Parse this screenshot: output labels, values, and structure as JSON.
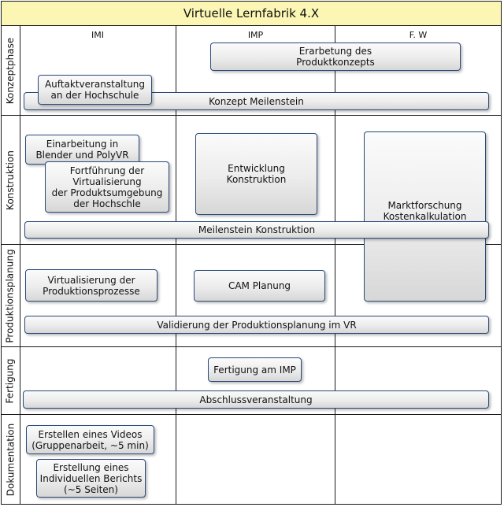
{
  "title": "Virtuelle Lernfabrik 4.X",
  "columns": [
    "IMI",
    "IMP",
    "F. W"
  ],
  "rows": [
    "Konzeptphase",
    "Konstruktion",
    "Produktionsplanung",
    "Fertigung",
    "Dokumentation"
  ],
  "boxes": {
    "erarbeitung": "Erarbetung des\nProduktkonzepts",
    "auftakt": "Auftaktveranstaltung\nan der Hochschule",
    "konzept_meilenstein": "Konzept Meilenstein",
    "einarbeitung": "Einarbeitung in\nBlender und PolyVR",
    "fortfuehrung": "Fortführung der\nVirtualisierung\nder Produktsumgebung\nder Hochschle",
    "entwicklung": "Entwicklung\nKonstruktion",
    "marktforschung": "Marktforschung\nKostenkalkulation\nProzessplanung",
    "meilenstein_konstruktion": "Meilenstein Konstruktion",
    "virtualisierung": "Virtualisierung der\nProduktionsprozesse",
    "cam": "CAM Planung",
    "validierung": "Validierung der Produktionsplanung im VR",
    "fertigung_imp": "Fertigung am IMP",
    "abschluss": "Abschlussveranstaltung",
    "video": "Erstellen eines Videos\n(Gruppenarbeit, ~5 min)",
    "bericht": "Erstellung eines\nIndividuellen Berichts\n(~5 Seiten)"
  }
}
